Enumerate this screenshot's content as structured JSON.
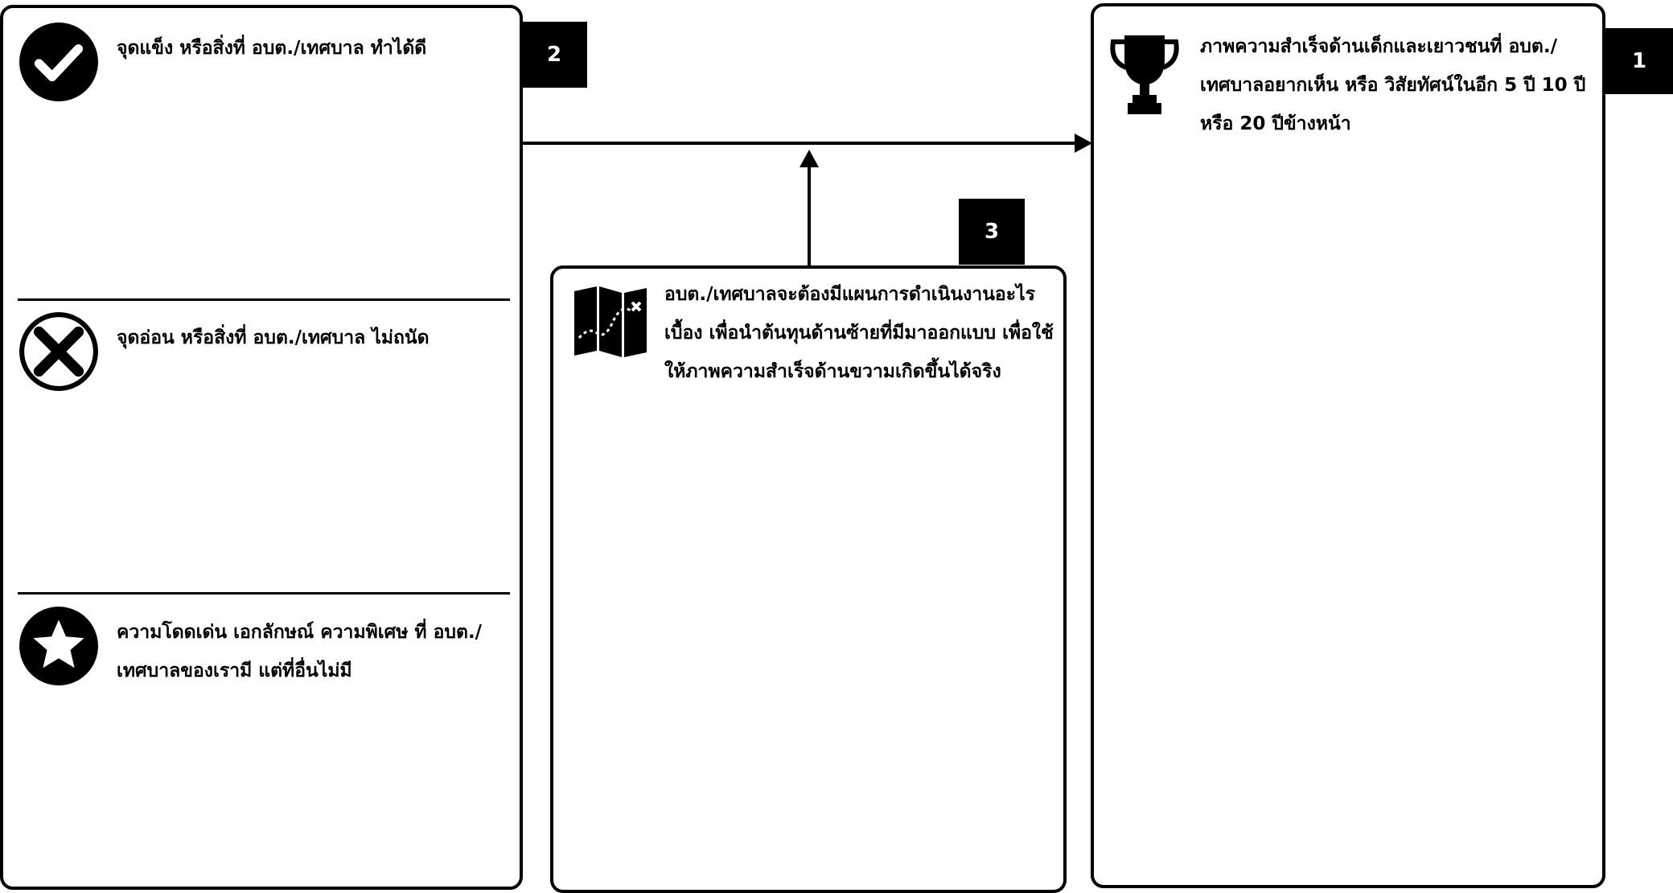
{
  "left_panel": {
    "badge": "2",
    "strengths": "จุดแข็ง หรือสิ่งที่ อบต./เทศบาล ทำได้ดี",
    "weaknesses": "จุดอ่อน หรือสิ่งที่ อบต./เทศบาล ไม่ถนัด",
    "uniqueness_line1": "ความโดดเด่น เอกลักษณ์ ความพิเศษ ที่ อบต./",
    "uniqueness_line2": "เทศบาลของเรามี แต่ที่อื่นไม่มี"
  },
  "middle_panel": {
    "badge": "3",
    "line1": "อบต./เทศบาลจะต้องมีแผนการดำเนินงานอะไร",
    "line2": "เบื้อง เพื่อนำต้นทุนด้านซ้ายที่มีมาออกแบบ เพื่อใช้",
    "line3": "ให้ภาพความสำเร็จด้านขวามเกิดขึ้นได้จริง"
  },
  "right_panel": {
    "badge": "1",
    "line1": "ภาพความสำเร็จด้านเด็กและเยาวชนที่ อบต./",
    "line2": "เทศบาลอยากเห็น หรือ วิสัยทัศน์ในอีก 5 ปี 10 ปี",
    "line3": "หรือ 20 ปีข้างหน้า"
  },
  "icons": {
    "strengths": "checkmark-circle-icon",
    "weaknesses": "x-circle-icon",
    "uniqueness": "star-circle-icon",
    "plan": "map-icon",
    "vision": "trophy-icon"
  }
}
